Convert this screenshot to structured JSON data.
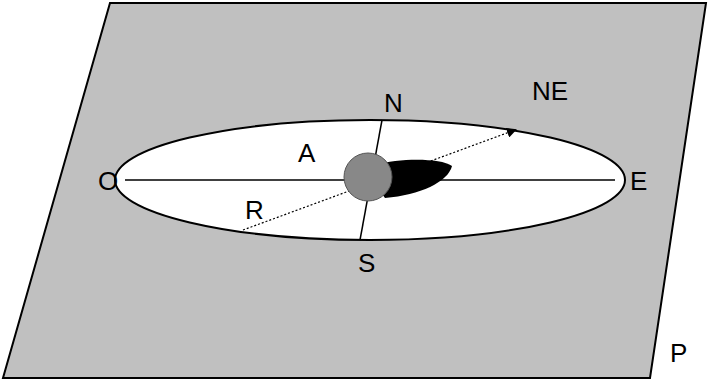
{
  "diagram": {
    "labels": [
      "N",
      "NE",
      "O",
      "A",
      "E",
      "R",
      "S",
      "P"
    ]
  }
}
